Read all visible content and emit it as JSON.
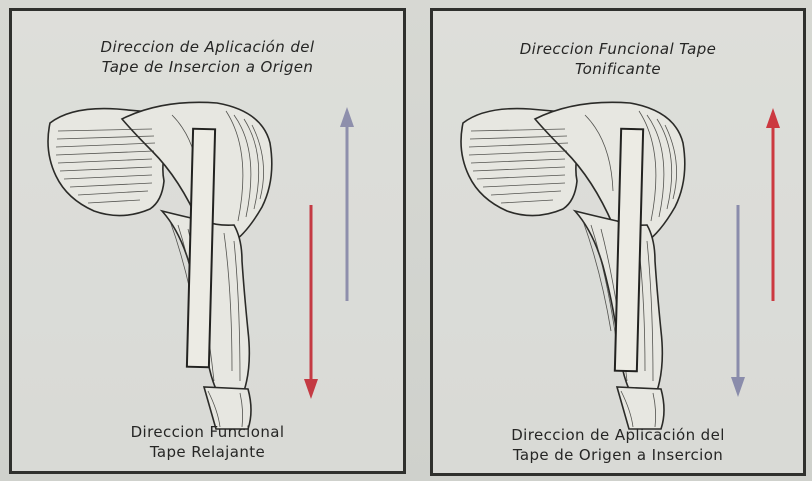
{
  "left_panel": {
    "top_caption": [
      "Direccion de Aplicación del",
      "Tape de Insercion a Origen"
    ],
    "bottom_caption": [
      "Direccion Funcional",
      "Tape Relajante"
    ],
    "arrows": [
      {
        "name": "up-arrow",
        "direction": "up",
        "color": "#8e8fac"
      },
      {
        "name": "down-arrow",
        "direction": "down",
        "color": "#c43a43"
      }
    ]
  },
  "right_panel": {
    "top_caption": [
      "Direccion Funcional Tape",
      "Tonificante"
    ],
    "bottom_caption": [
      "Direccion de Aplicación del",
      "Tape de Origen a Insercion"
    ],
    "arrows": [
      {
        "name": "up-arrow",
        "direction": "up",
        "color": "#cc3940"
      },
      {
        "name": "down-arrow",
        "direction": "down",
        "color": "#8a8cab"
      }
    ]
  }
}
